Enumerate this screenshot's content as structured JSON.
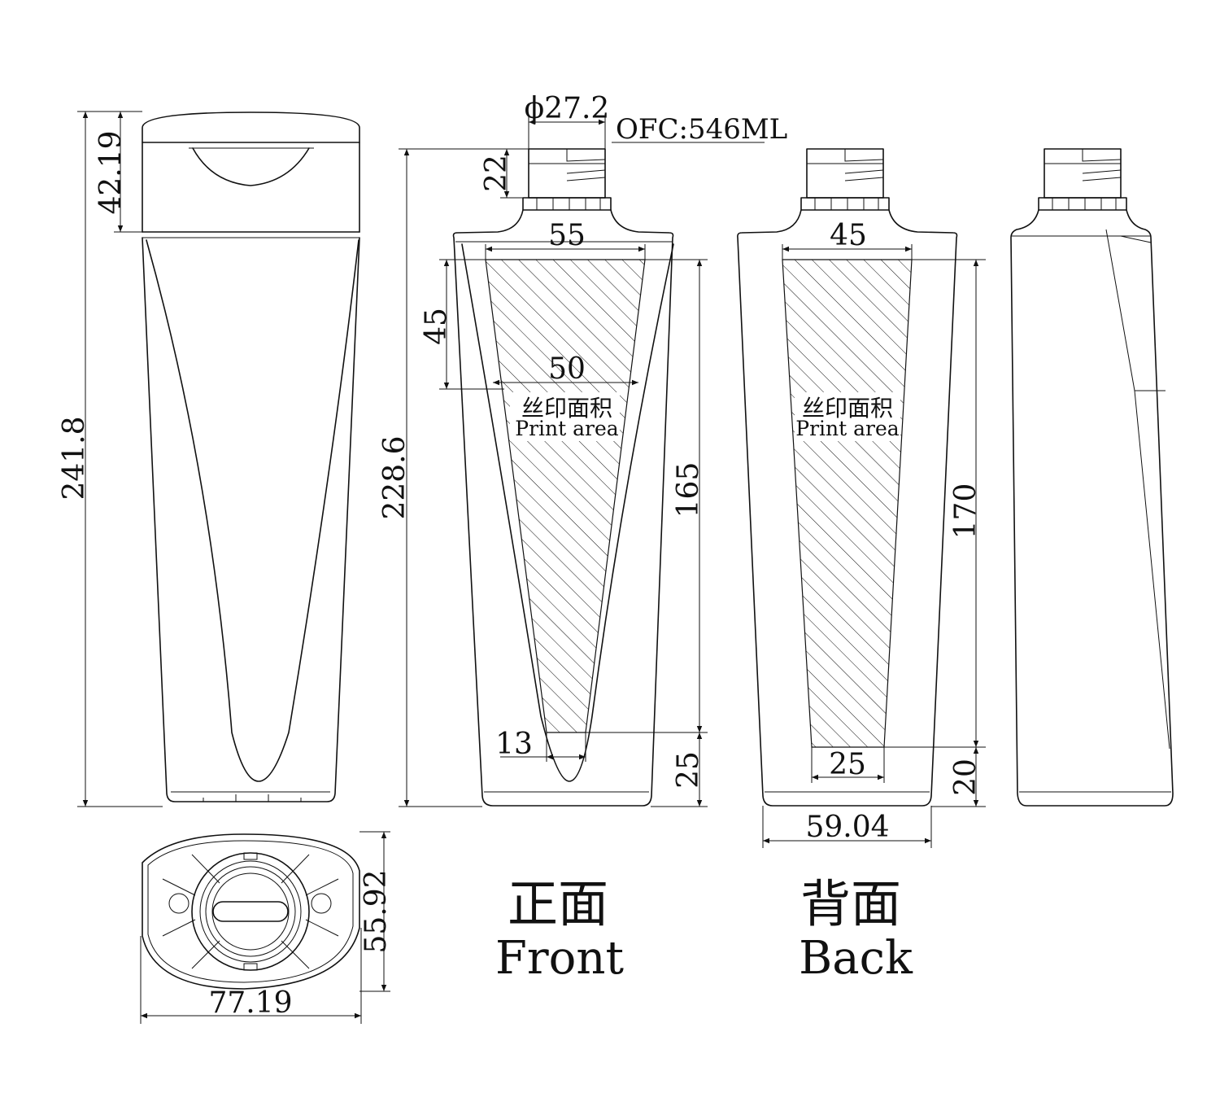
{
  "capacity": {
    "label": "OFC:546ML"
  },
  "neck": {
    "diameter": "ϕ27.2",
    "height": "22"
  },
  "dimensions": {
    "cap_height": "42.19",
    "total_height": "241.8",
    "body_height": "228.6",
    "front_top_width": "55",
    "front_label_height": "45",
    "front_mid_width": "50",
    "front_print_height": "165",
    "front_bottom_width": "13",
    "front_bottom_gap": "25",
    "back_top_width": "45",
    "back_print_height": "170",
    "back_bottom_width": "25",
    "back_bottom_gap": "20",
    "bottle_width": "59.04",
    "top_depth": "55.92",
    "top_width": "77.19"
  },
  "print_area": {
    "zh": "丝印面积",
    "en": "Print area"
  },
  "views": {
    "front": {
      "zh": "正面",
      "en": "Front"
    },
    "back": {
      "zh": "背面",
      "en": "Back"
    }
  },
  "colors": {
    "line": "#111111",
    "background": "#ffffff"
  }
}
